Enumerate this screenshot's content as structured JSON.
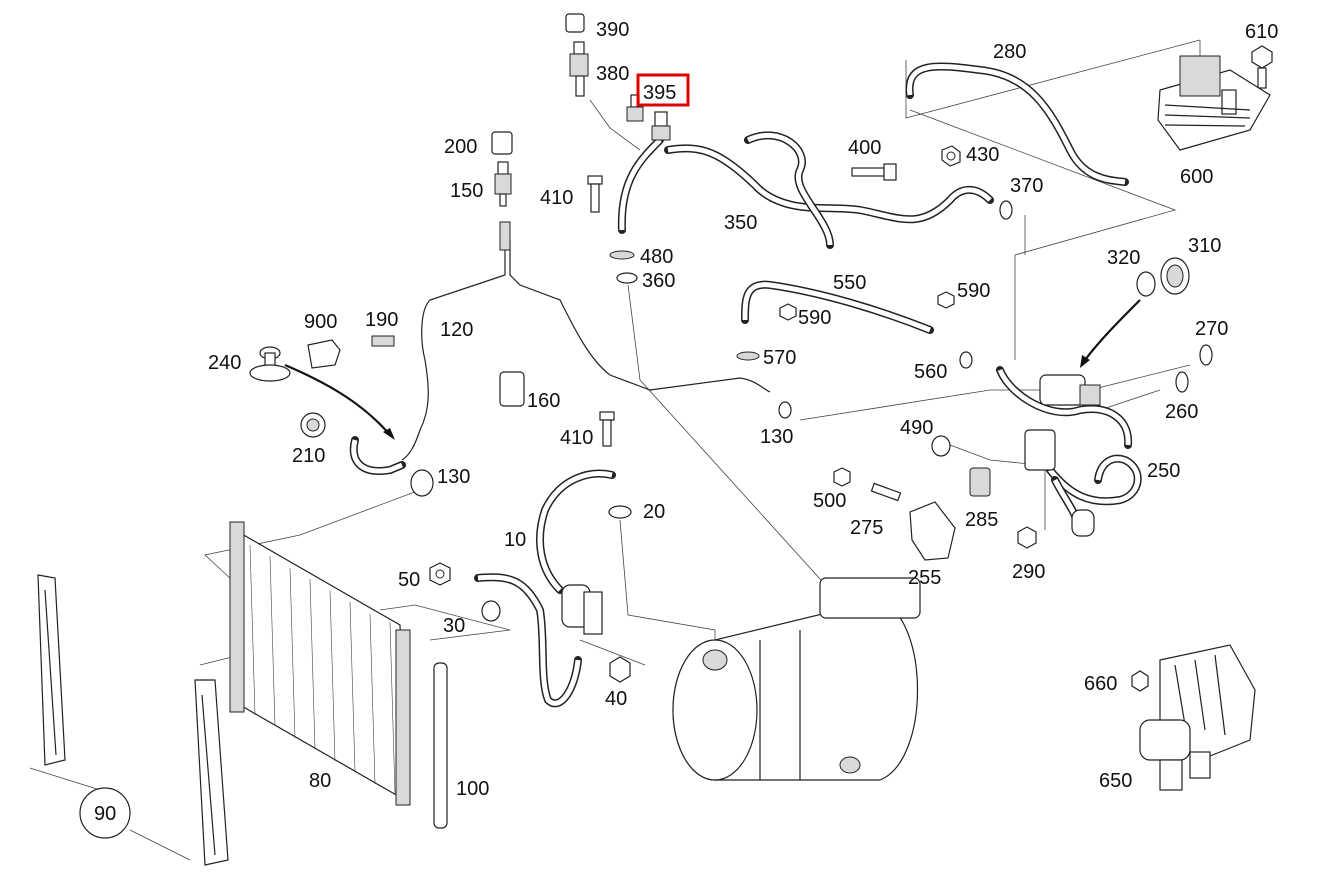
{
  "labels": {
    "p390": "390",
    "p380": "380",
    "p395": "395",
    "p280": "280",
    "p610": "610",
    "p600": "600",
    "p200": "200",
    "p150": "150",
    "p410a": "410",
    "p400": "400",
    "p430": "430",
    "p370": "370",
    "p350": "350",
    "p480": "480",
    "p360": "360",
    "p550": "550",
    "p590a": "590",
    "p590b": "590",
    "p320": "320",
    "p310": "310",
    "p570": "570",
    "p270": "270",
    "p900": "900",
    "p190": "190",
    "p120": "120",
    "p240": "240",
    "p160": "160",
    "p560": "560",
    "p260": "260",
    "p130a": "130",
    "p410b": "410",
    "p490": "490",
    "p250": "250",
    "p210": "210",
    "p130b": "130",
    "p500": "500",
    "p285": "285",
    "p275": "275",
    "p20": "20",
    "p10": "10",
    "p255": "255",
    "p290": "290",
    "p50": "50",
    "p30": "30",
    "p40": "40",
    "p660": "660",
    "p650": "650",
    "p80": "80",
    "p100": "100",
    "p90": "90"
  },
  "highlight": {
    "part": "395",
    "color": "#e00000"
  }
}
